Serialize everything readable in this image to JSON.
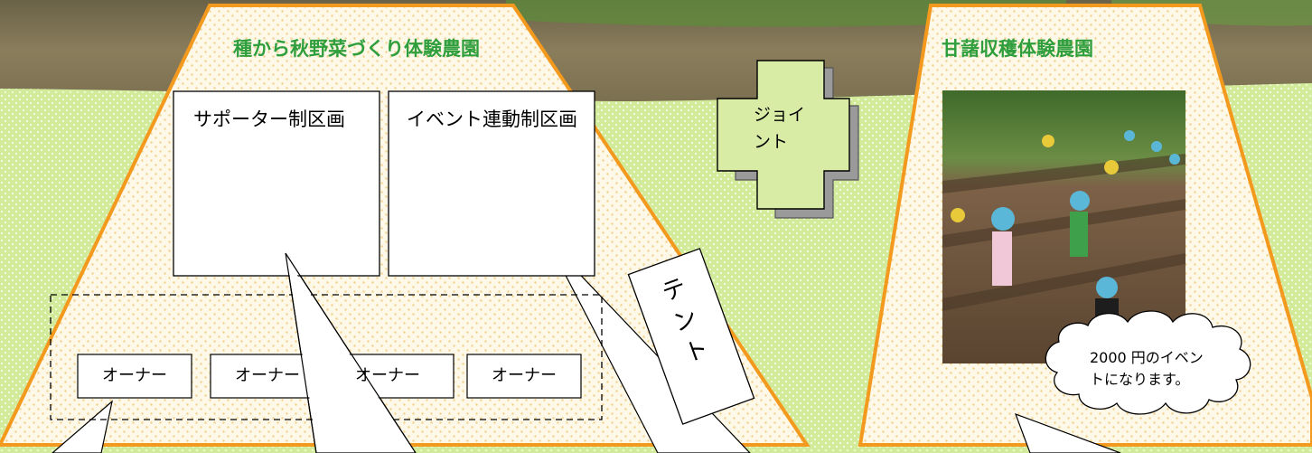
{
  "left_farm": {
    "title": "種から秋野菜づくり体験農園",
    "plot_supporter": "サポーター制区画",
    "plot_event": "イベント連動制区画",
    "owners": [
      "オーナー",
      "オーナー",
      "オーナー",
      "オーナー"
    ],
    "tent": "テント"
  },
  "joint": {
    "label": "ジョイント"
  },
  "right_farm": {
    "title": "甘藷収穫体験農園",
    "callout": "2000 円のイベントになります。"
  },
  "colors": {
    "background_green": "#d2eb9b",
    "field_fill": "#fbf4df",
    "field_border": "#f39a1e",
    "title_green": "#2f9e3c",
    "joint_fill": "#d8eca6"
  }
}
